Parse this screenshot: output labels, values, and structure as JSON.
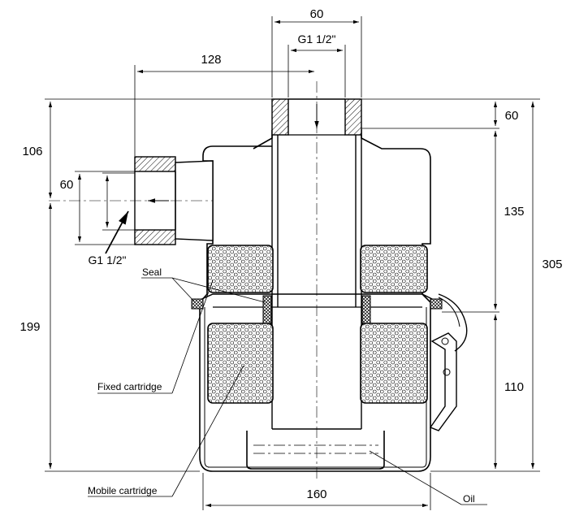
{
  "dimensions": {
    "top_width": "60",
    "top_thread": "G1 1/2\"",
    "inlet_offset": "128",
    "left_upper_height": "106",
    "inlet_height": "60",
    "inlet_thread": "G1 1/2\"",
    "left_lower_height": "199",
    "right_top_height": "60",
    "right_mid_height": "135",
    "right_bottom_height": "110",
    "total_height": "305",
    "body_width": "160"
  },
  "labels": {
    "seal": "Seal",
    "fixed_cartridge": "Fixed cartridge",
    "mobile_cartridge": "Mobile cartridge",
    "oil": "Oil"
  }
}
